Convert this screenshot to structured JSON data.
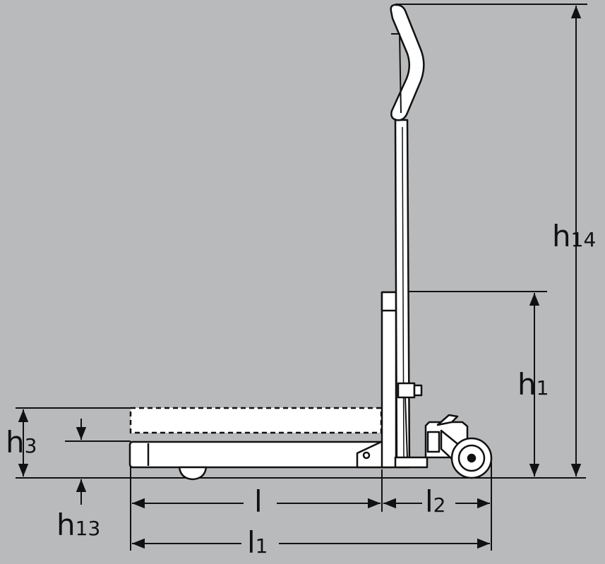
{
  "colors": {
    "background": "#b9babc",
    "outline": "#111111",
    "fill": "#ffffff"
  },
  "labels": {
    "h14": {
      "main": "h",
      "sub": "14"
    },
    "h1": {
      "main": "h",
      "sub": "1"
    },
    "h3": {
      "main": "h",
      "sub": "3"
    },
    "h13": {
      "main": "h",
      "sub": "13"
    },
    "l": {
      "main": "l",
      "sub": ""
    },
    "l2": {
      "main": "l",
      "sub": "2"
    },
    "l1": {
      "main": "l",
      "sub": "1"
    }
  }
}
